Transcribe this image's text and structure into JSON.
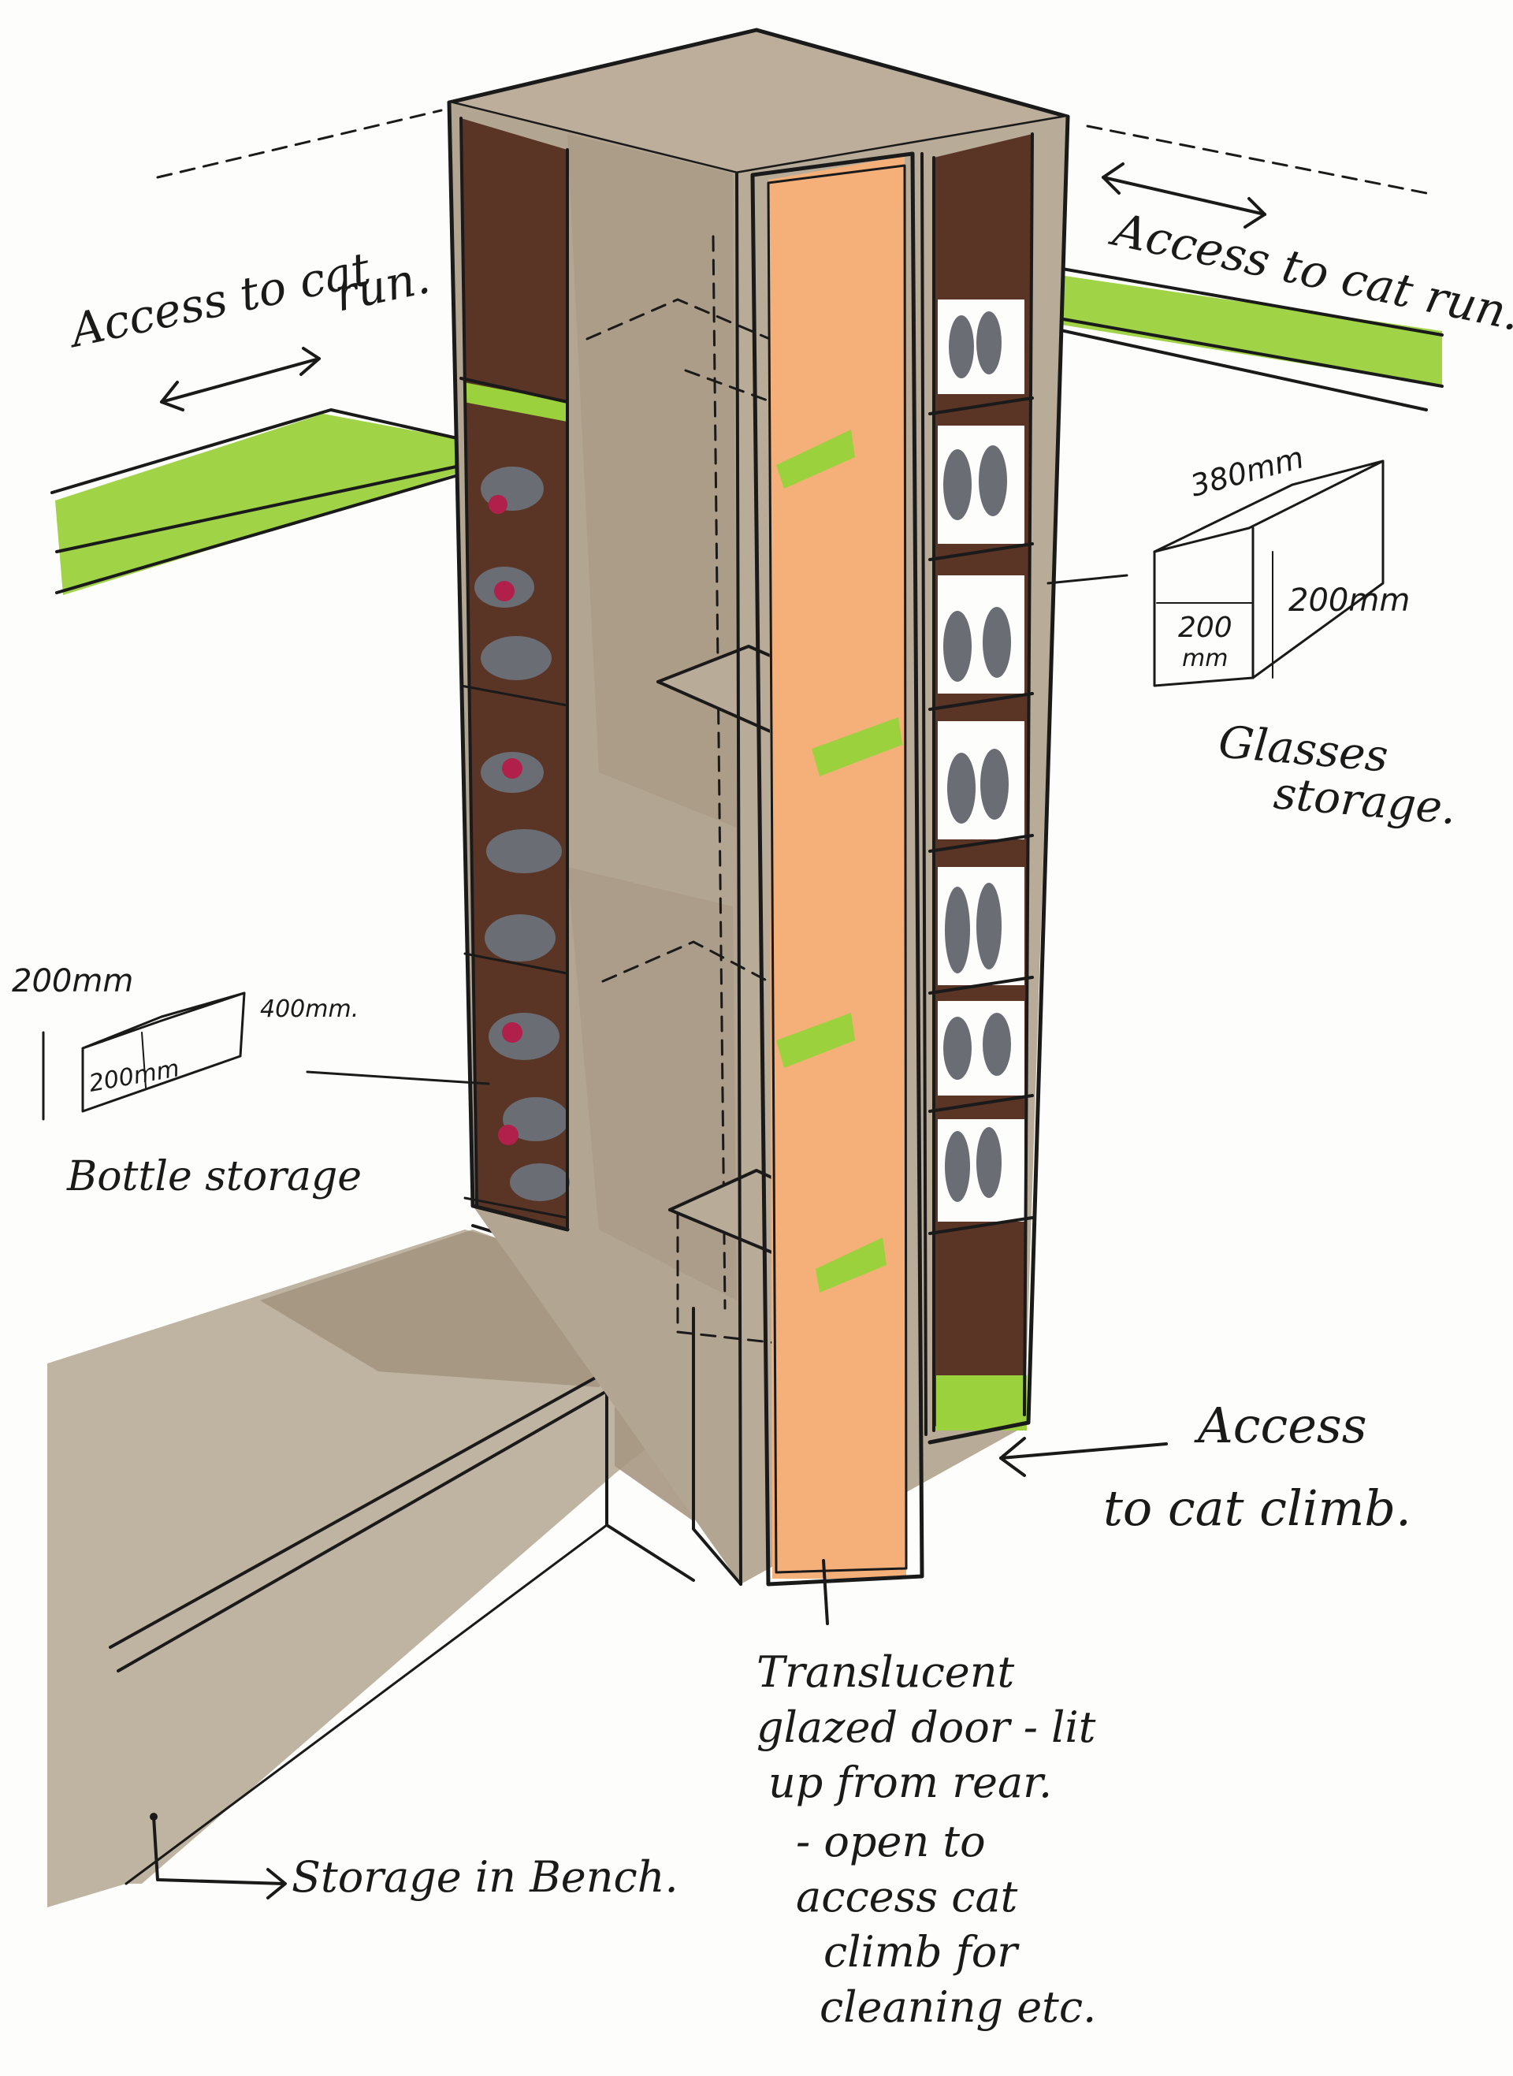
{
  "labels": {
    "access_cat_run_left_1": "Access to cat",
    "access_cat_run_left_2": "run.",
    "access_cat_run_right": "Access to cat run.",
    "glasses_dim_top": "380mm",
    "glasses_dim_side": "200mm",
    "glasses_dim_front_1": "200",
    "glasses_dim_front_2": "mm",
    "glasses_storage_1": "Glasses",
    "glasses_storage_2": "storage.",
    "bottle_dim_top": "200mm",
    "bottle_dim_right": "400mm.",
    "bottle_dim_front": "200mm",
    "bottle_storage": "Bottle storage",
    "access_cat_climb_1": "Access",
    "access_cat_climb_2": "to cat climb.",
    "door_note_1": "Translucent",
    "door_note_2": "glazed door - lit",
    "door_note_3": "up from rear.",
    "door_note_4": "- open to",
    "door_note_5": "access cat",
    "door_note_6": "climb for",
    "door_note_7": "cleaning etc.",
    "bench_note": "Storage in Bench."
  },
  "colors": {
    "paper": "#fdfdfb",
    "ink": "#1a1a1a",
    "taupe": "#b2a592",
    "taupe_dark": "#9c8d78",
    "brown": "#5a3424",
    "green": "#9bd13c",
    "orange": "#f5b07a",
    "wine": "#b0204a",
    "glass": "#6a6e74"
  }
}
